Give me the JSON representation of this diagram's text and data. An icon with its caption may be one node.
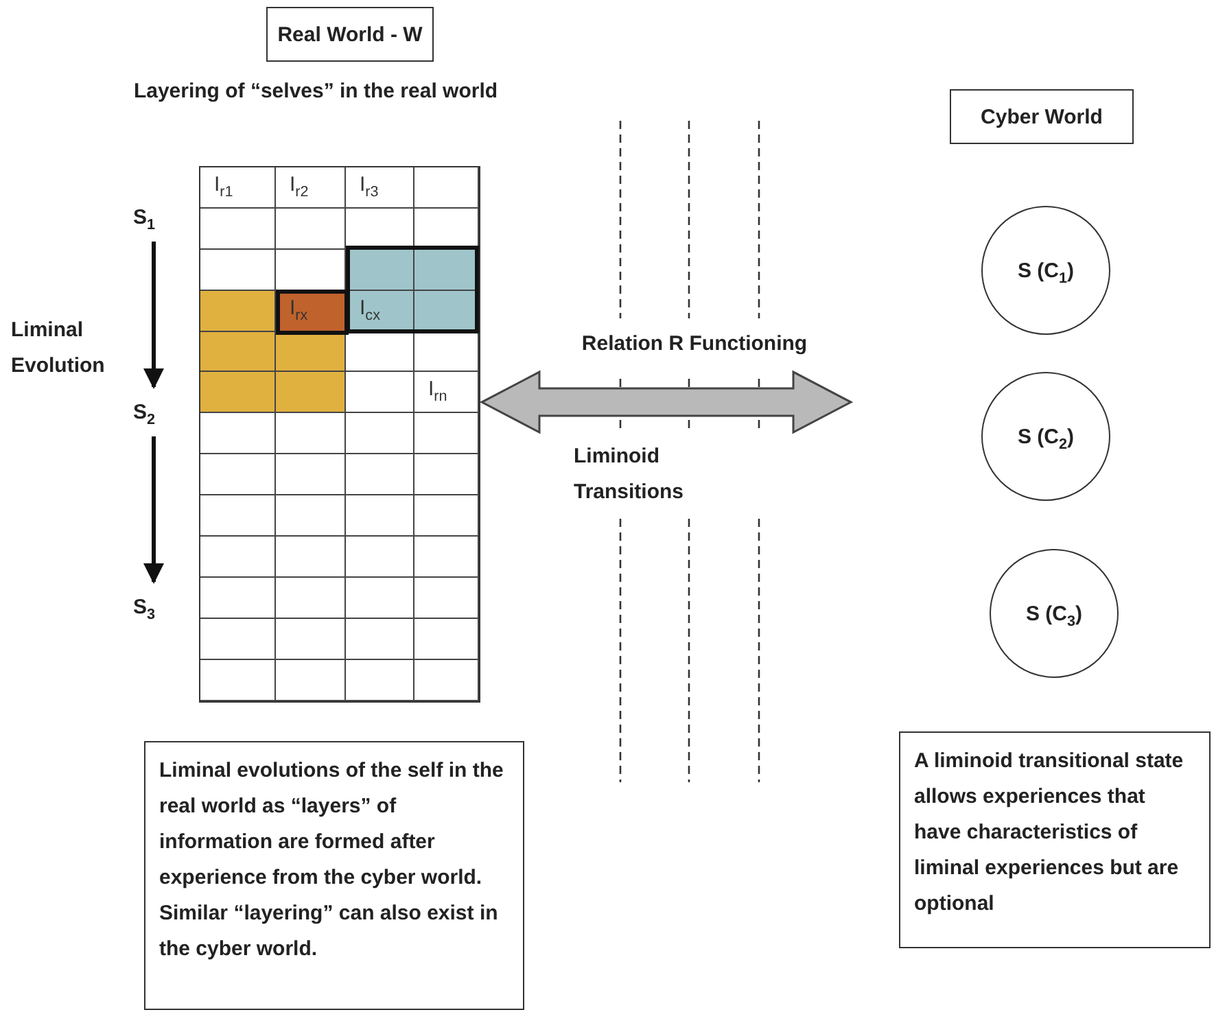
{
  "diagram": {
    "nodes": [
      {
        "text": [
          "Real World - W"
        ]
      },
      {
        "text": [
          "Cyber World"
        ]
      },
      {
        "text": [
          "I$_{r1}$",
          "I$_{r2}$",
          "I$_{r3}$",
          "I$_{rx}$",
          "I$_{cx}$",
          "I$_{rn}$"
        ]
      },
      {
        "text": [
          "S$_{1}$"
        ]
      },
      {
        "text": [
          "S (C$_{1}$)"
        ]
      },
      {
        "text": [
          "S$_{2}$"
        ]
      },
      {
        "text": [
          "S (C$_{2}$)"
        ]
      },
      {
        "text": [
          "S$_{3}$"
        ]
      },
      {
        "text": [
          "S (C$_{3}$)"
        ]
      },
      {
        "text": [
          "Liminal evolutions of the self in the real world as “layers” of information are formed after experience from the cyber world. Similar “layering” can also exist in the cyber world."
        ]
      },
      {
        "text": [
          "A liminoid transitional state allows experiences that have characteristics of liminal experiences but are optional"
        ]
      }
    ],
    "edges": [
      {
        "from": 3,
        "to": 5,
        "arrow": "to"
      },
      {
        "from": 5,
        "to": 7,
        "arrow": "to"
      },
      {
        "from": 2,
        "to": null,
        "arrow": "both",
        "style": "thick",
        "label": "Relation R Functioning"
      }
    ],
    "labels": [
      "Layering of “selves” in the real world",
      "Liminal Evolution",
      "Liminoid Transitions"
    ]
  }
}
